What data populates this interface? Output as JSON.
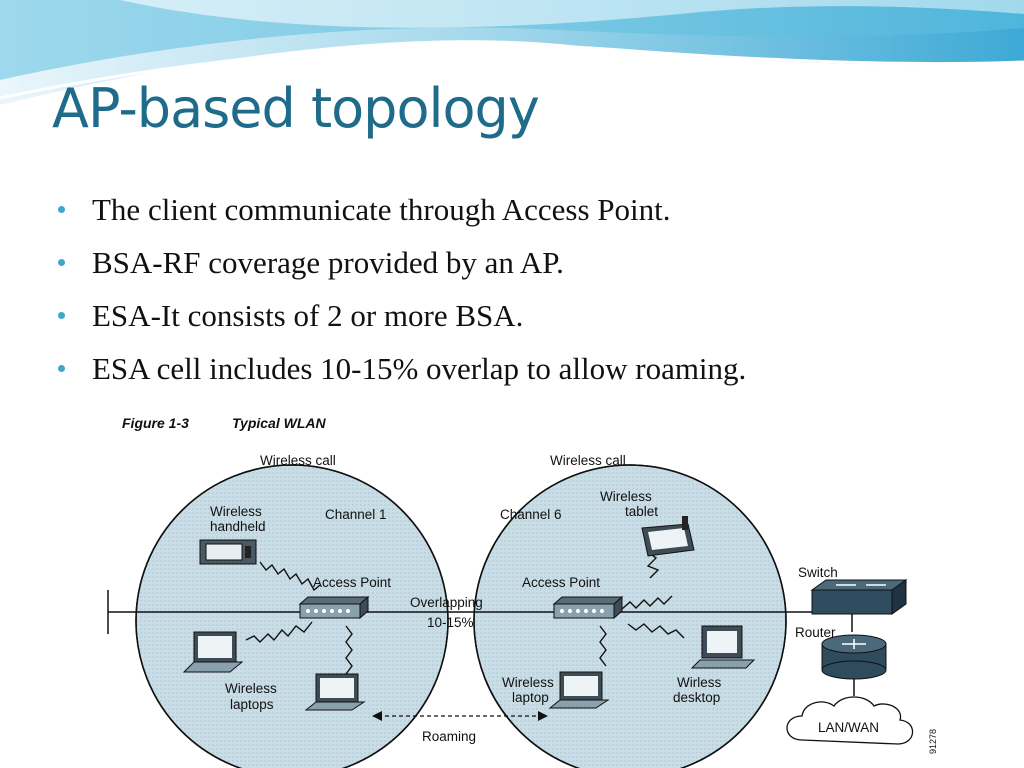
{
  "slide": {
    "title": "AP-based topology",
    "bullets": [
      "The client communicate through Access Point.",
      "BSA-RF coverage provided by an AP.",
      "ESA-It consists of 2 or more BSA.",
      "ESA cell includes 10-15% overlap to allow roaming."
    ],
    "accent_color": "#1f6b8a",
    "bullet_color": "#3fa7c9"
  },
  "figure": {
    "caption_number": "Figure 1-3",
    "caption_title": "Typical WLAN",
    "left_cell": {
      "call_label": "Wireless call",
      "channel": "Channel 1",
      "handheld_label": [
        "Wireless",
        "handheld"
      ],
      "ap_label": "Access Point",
      "laptops_label": [
        "Wireless",
        "laptops"
      ]
    },
    "right_cell": {
      "call_label": "Wireless call",
      "channel": "Channel 6",
      "tablet_label": [
        "Wireless",
        "tablet"
      ],
      "ap_label": "Access Point",
      "laptop_label": [
        "Wireless",
        "laptop"
      ],
      "desktop_label": [
        "Wirless",
        "desktop"
      ]
    },
    "overlap_label": [
      "Overlapping",
      "10-15%"
    ],
    "roaming_label": "Roaming",
    "switch_label": "Switch",
    "router_label": "Router",
    "network_label": "LAN/WAN",
    "figure_id": "91278",
    "cell_fill": "#c9dde6"
  }
}
